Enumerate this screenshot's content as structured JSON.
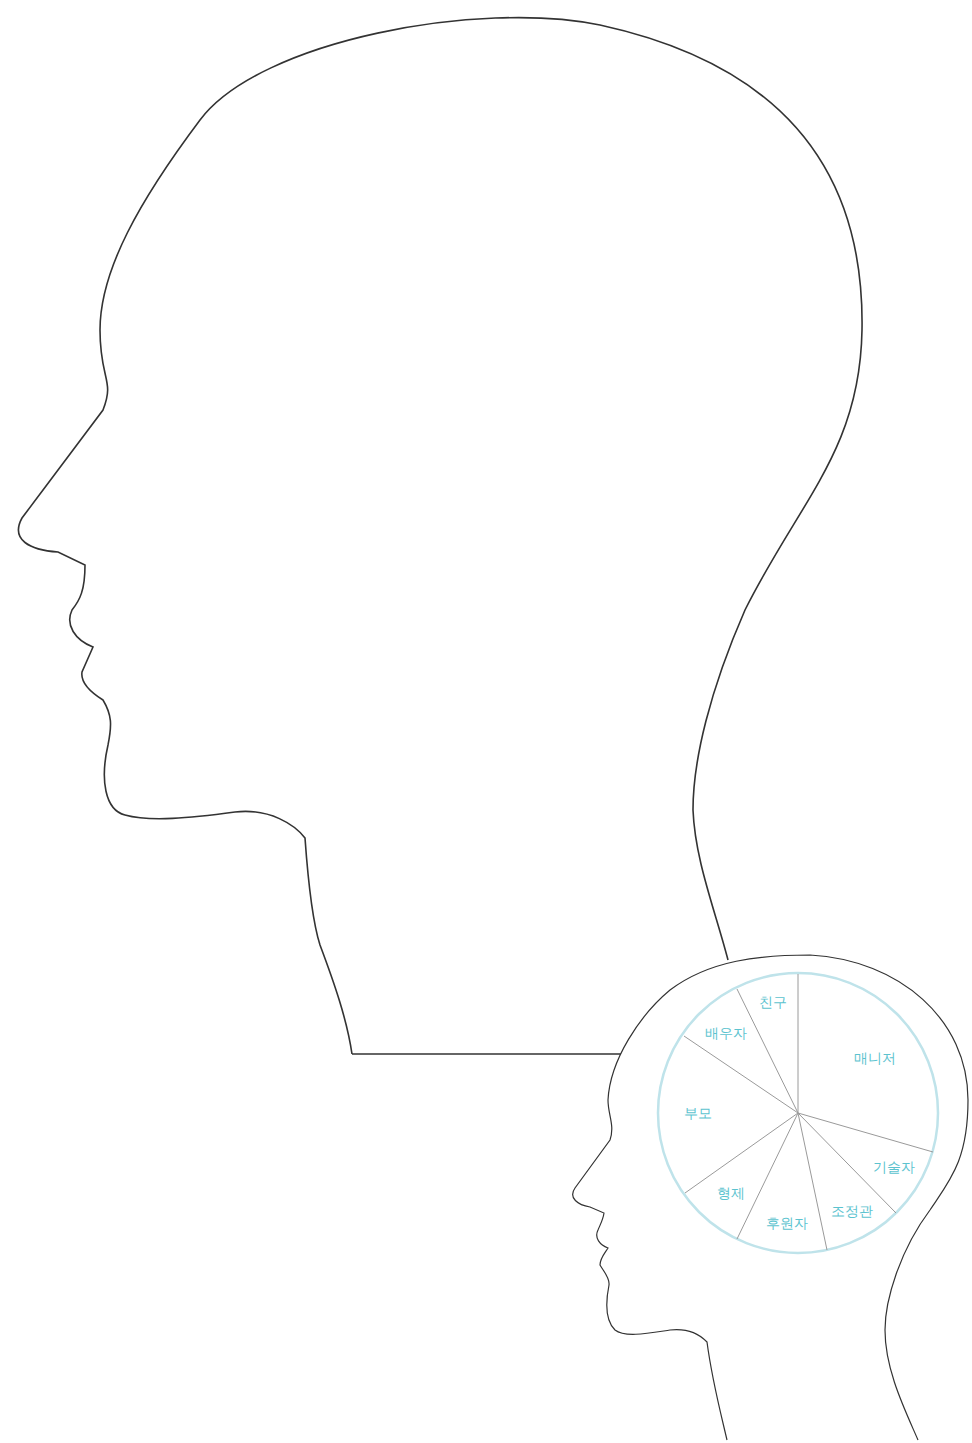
{
  "diagram": {
    "labels": [
      "친구",
      "매니저",
      "기술자",
      "조정관",
      "후원자",
      "형제",
      "부모",
      "배우자"
    ]
  }
}
